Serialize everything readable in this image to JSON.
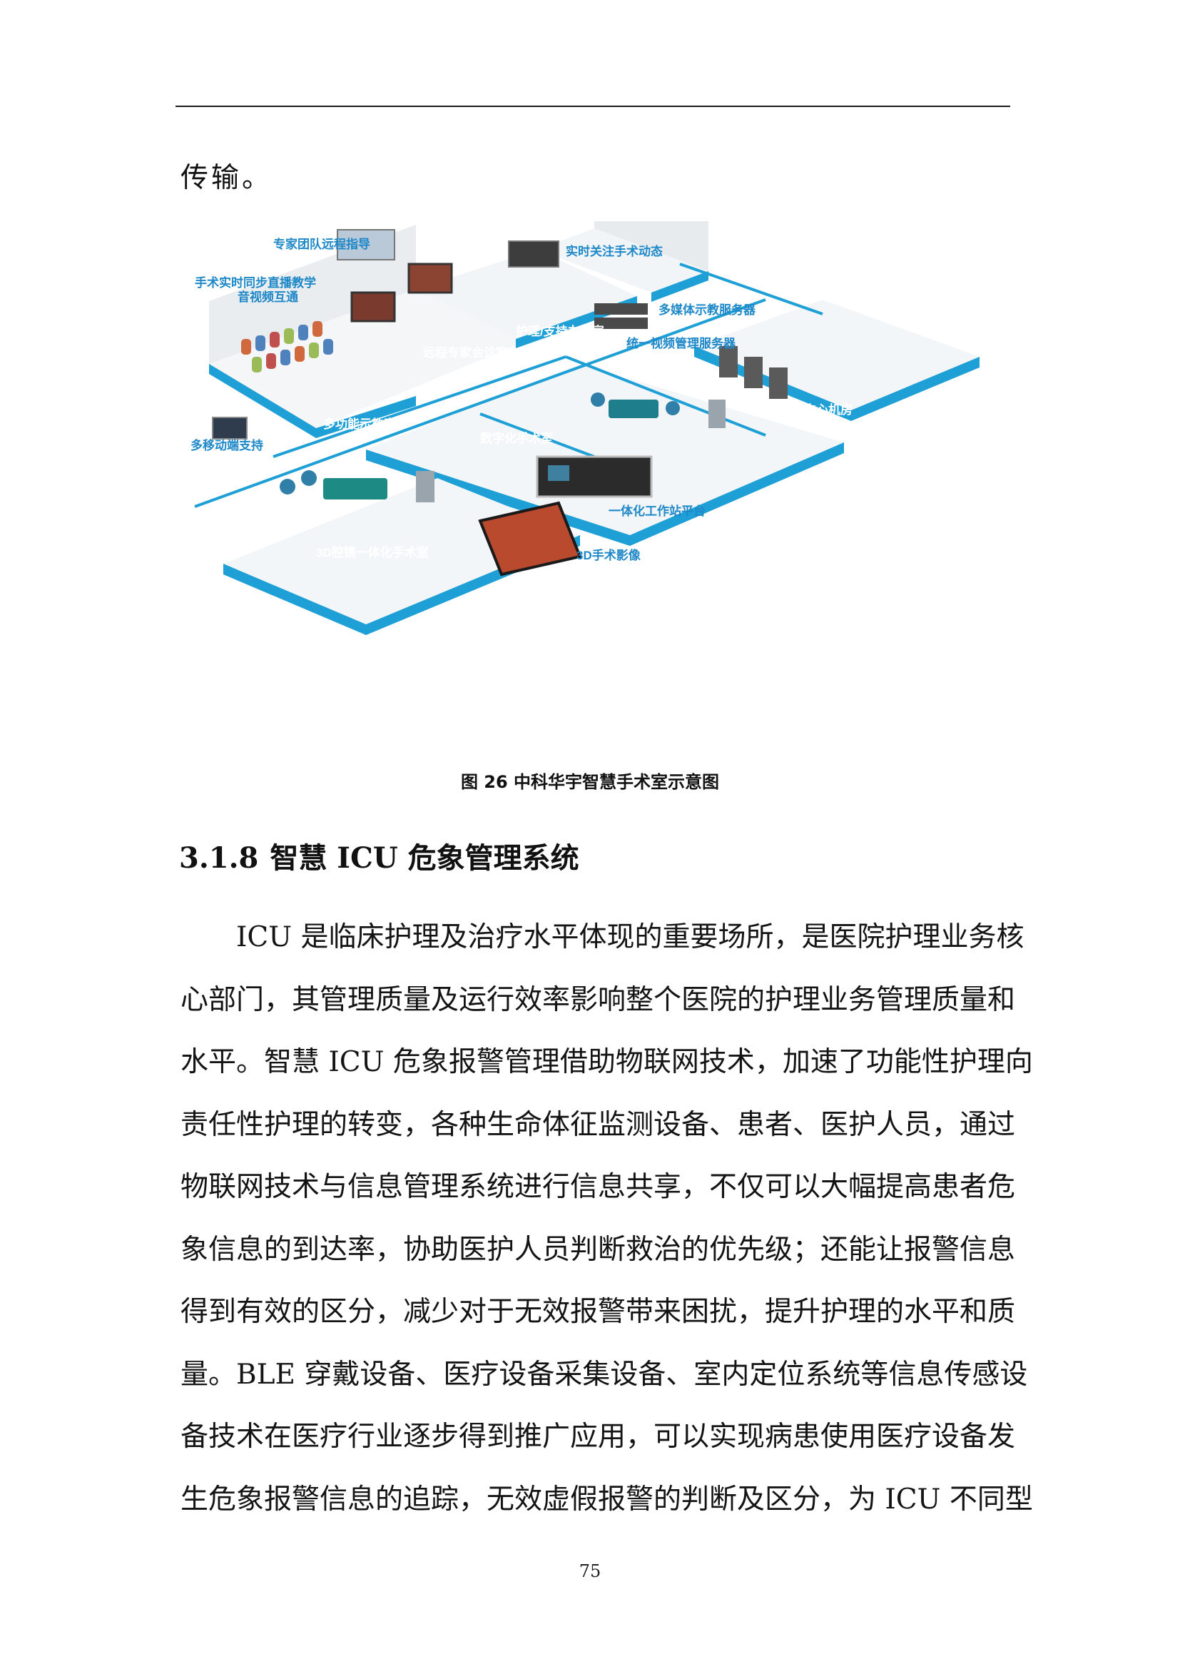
{
  "page": {
    "lead_text": "传输。",
    "page_number": "75"
  },
  "figure": {
    "caption": "图 26 中科华宇智慧手术室示意图",
    "labels": {
      "expert_guidance": "专家团队远程指导",
      "realtime_surgery": "实时关注手术动态",
      "live_teaching": "手术实时同步直播教学",
      "av_interop": "音视频互通",
      "multimedia_server": "多媒体示教服务器",
      "video_server": "统一视频管理服务器",
      "remote_consult_room": "远程专家会诊室",
      "nurse_station": "护理/支持办公室",
      "teaching_room": "多功能示教室",
      "data_center": "数据中心机房",
      "digital_or": "数字化手术室",
      "mobile_support": "多移动端支持",
      "integrated_workstation": "一体化工作站平台",
      "or_3d": "3D腔镜一体化手术室",
      "imaging_3d": "3D手术影像"
    }
  },
  "section": {
    "number": "3.1.8",
    "title": "智慧 ICU 危象管理系统",
    "paragraph_lines": [
      "ICU 是临床护理及治疗水平体现的重要场所，是医院护理业务核",
      "心部门，其管理质量及运行效率影响整个医院的护理业务管理质量和",
      "水平。智慧 ICU 危象报警管理借助物联网技术，加速了功能性护理向",
      "责任性护理的转变，各种生命体征监测设备、患者、医护人员，通过",
      "物联网技术与信息管理系统进行信息共享，不仅可以大幅提高患者危",
      "象信息的到达率，协助医护人员判断救治的优先级；还能让报警信息",
      "得到有效的区分，减少对于无效报警带来困扰，提升护理的水平和质",
      "量。BLE 穿戴设备、医疗设备采集设备、室内定位系统等信息传感设",
      "备技术在医疗行业逐步得到推广应用，可以实现病患使用医疗设备发",
      "生危象报警信息的追踪，无效虚假报警的判断及区分，为 ICU 不同型"
    ]
  },
  "colors": {
    "accent_blue": "#1e9fd6",
    "floor_light": "#f2f6f8",
    "wall": "#e6eaee"
  }
}
